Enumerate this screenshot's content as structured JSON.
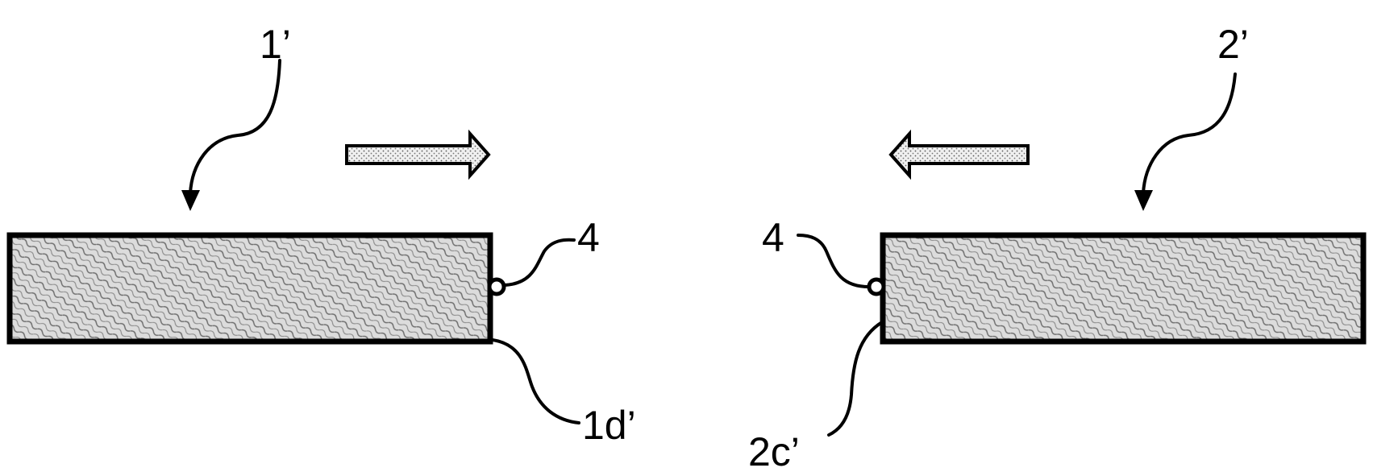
{
  "colors": {
    "line": "#000000",
    "background": "#ffffff",
    "panel_fill": "#d9d9d9",
    "arrow_fill": "#e6e6e6"
  },
  "labels": {
    "panel_left": "1’",
    "panel_right": "2’",
    "element_left": "4",
    "element_right": "4",
    "edge_left": "1d’",
    "edge_right": "2c’"
  }
}
